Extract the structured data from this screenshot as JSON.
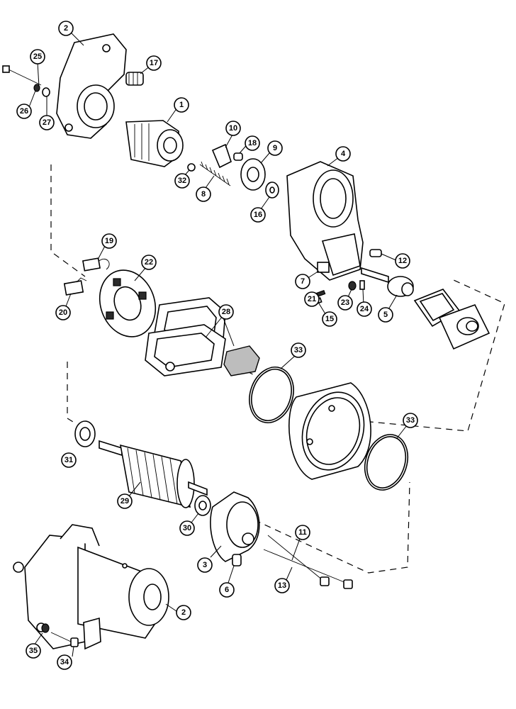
{
  "colors": {
    "ink": "#000000",
    "paper": "#ffffff",
    "shade": "#bdbdbd",
    "dark": "#2b2b2b"
  },
  "callouts": {
    "c1": "1",
    "c2a": "2",
    "c2b": "2",
    "c3": "3",
    "c4": "4",
    "c5": "5",
    "c6": "6",
    "c7": "7",
    "c8": "8",
    "c9": "9",
    "c10": "10",
    "c11": "11",
    "c12": "12",
    "c13": "13",
    "c15": "15",
    "c16": "16",
    "c17": "17",
    "c18": "18",
    "c19": "19",
    "c20": "20",
    "c21": "21",
    "c22": "22",
    "c23": "23",
    "c24": "24",
    "c25": "25",
    "c26": "26",
    "c27": "27",
    "c28": "28",
    "c29": "29",
    "c30": "30",
    "c31": "31",
    "c32": "32",
    "c33a": "33",
    "c33b": "33",
    "c34": "34",
    "c35": "35"
  }
}
